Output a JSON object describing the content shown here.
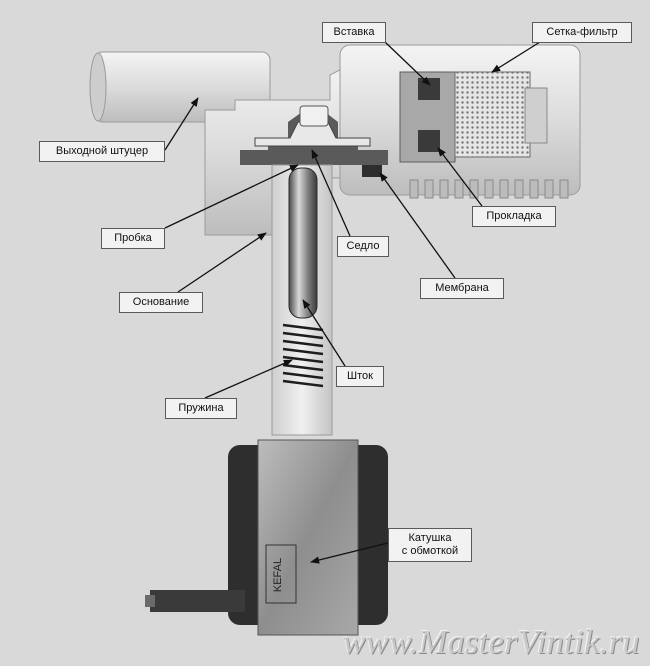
{
  "labels": {
    "outlet_fitting": "Выходной штуцер",
    "insert": "Вставка",
    "filter_mesh": "Сетка-фильтр",
    "gasket": "Прокладка",
    "plug": "Пробка",
    "seat": "Седло",
    "membrane": "Мембрана",
    "base": "Основание",
    "stem": "Шток",
    "spring": "Пружина",
    "coil": "Катушка\nс обмоткой"
  },
  "watermark": "www.MasterVintik.ru",
  "coil_marking": "KEFAL"
}
